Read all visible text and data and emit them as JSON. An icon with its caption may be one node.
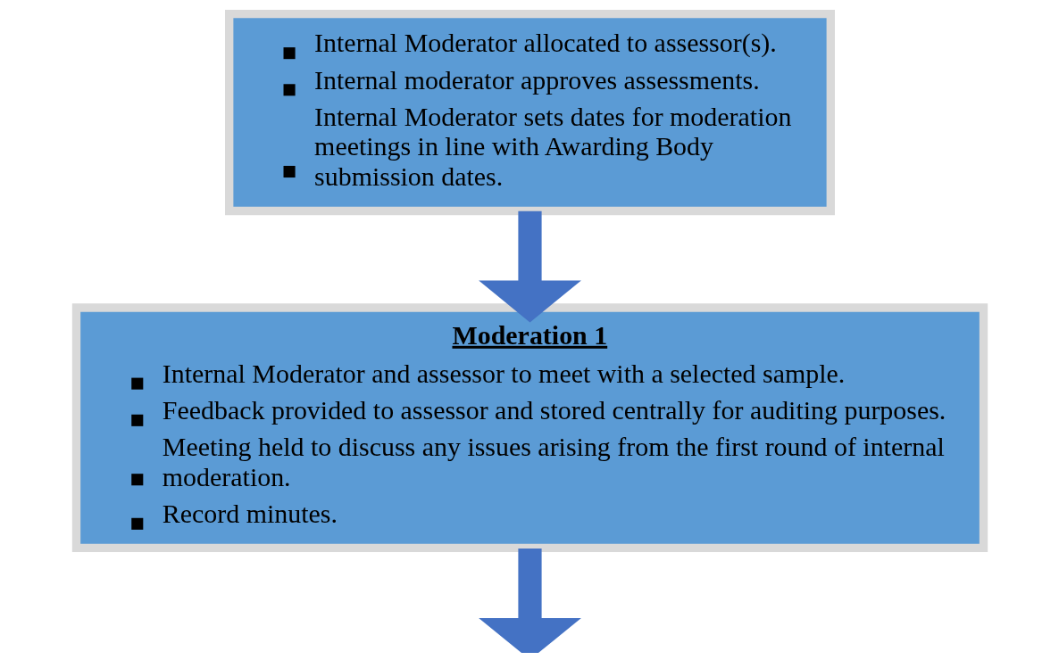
{
  "diagram": {
    "nodes": [
      {
        "text": [
          "Internal Moderator allocated to assessor(s).",
          "Internal moderator approves assessments.",
          "Internal Moderator sets dates for moderation meetings in line with Awarding Body submission dates."
        ]
      },
      {
        "text": [
          "Moderation 1",
          "Internal Moderator and assessor to meet with a selected sample.",
          "Feedback provided to assessor and stored centrally for auditing purposes.",
          "Meeting held to discuss any issues arising from the first round of internal moderation.",
          "Record minutes."
        ]
      }
    ],
    "edges": [
      {
        "from": 0,
        "to": 1,
        "arrow": "to"
      },
      {
        "from": 1,
        "to": null,
        "arrow": "to"
      }
    ]
  }
}
